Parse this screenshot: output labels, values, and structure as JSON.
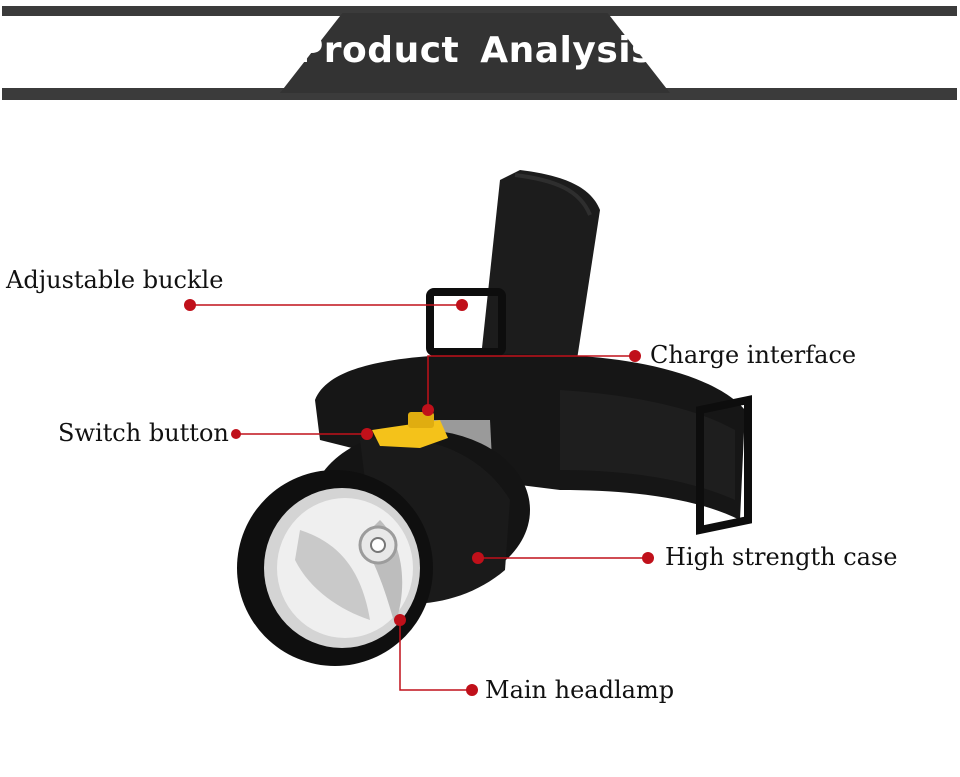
{
  "header": {
    "title": "Product Analysis"
  },
  "callouts": {
    "adjustable_buckle": "Adjustable buckle",
    "charge_interface": "Charge interface",
    "switch_button": "Switch button",
    "high_strength_case": "High strength case",
    "main_headlamp": "Main headlamp"
  },
  "colors": {
    "accent": "#c0101a",
    "banner": "#333333",
    "strap": "#1a1a1a",
    "switch": "#f4c21a"
  }
}
